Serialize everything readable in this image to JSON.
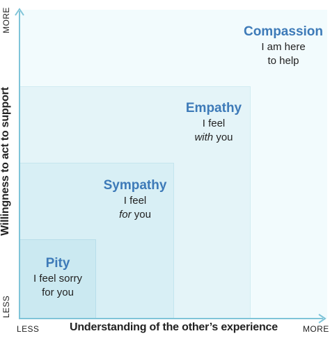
{
  "diagram": {
    "regions": [
      {
        "title": "Compassion",
        "line1": "I am here",
        "line2_em": "",
        "line2_rest": "to help"
      },
      {
        "title": "Empathy",
        "line1": "I feel",
        "line2_em": "with",
        "line2_rest": " you"
      },
      {
        "title": "Sympathy",
        "line1": "I feel",
        "line2_em": "for",
        "line2_rest": " you"
      },
      {
        "title": "Pity",
        "line1": "I feel sorry",
        "line2_em": "",
        "line2_rest": "for you"
      }
    ],
    "x_axis": {
      "title": "Understanding of the other’s experience",
      "low": "LESS",
      "high": "MORE"
    },
    "y_axis": {
      "title": "Willingness to act to support",
      "low": "LESS",
      "high": "MORE"
    }
  },
  "colors": {
    "title_blue": "#3d7ab8",
    "axis_blue": "#7fc4d8",
    "compassion_bg": "#f2fbfd",
    "empathy_bg": "#e4f4f8",
    "sympathy_bg": "#d8eff5",
    "pity_bg": "#cbe9f1"
  }
}
